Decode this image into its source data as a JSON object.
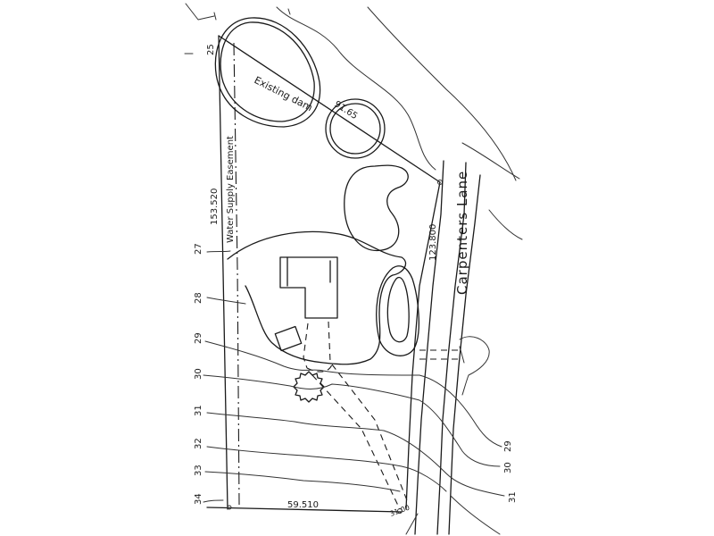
{
  "labels": {
    "dam": "Existing dam",
    "dam_level": "91.65",
    "easement": "Water Supply Easement",
    "lane": "Carpenters Lane",
    "west_boundary": "153.520",
    "east_boundary": "123.800",
    "south_boundary": "59.510",
    "corner_level": "31.00"
  },
  "contours_west": [
    "25",
    "27",
    "28",
    "29",
    "30",
    "31",
    "32",
    "33",
    "34"
  ],
  "contours_east": [
    "29",
    "30",
    "31"
  ]
}
